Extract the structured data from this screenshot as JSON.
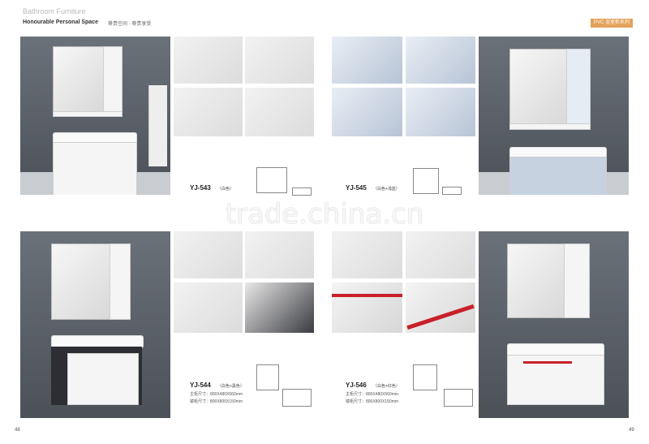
{
  "header": {
    "title": "Bathroom Furniture",
    "subtitle": "Honourable Personal Space",
    "subtitle_cn": "尊贵空间 · 尊贵享受",
    "series_tag": "PVC 浴室柜系列"
  },
  "products": [
    {
      "model": "YJ-543",
      "color": "（白色）",
      "specs": []
    },
    {
      "model": "YJ-545",
      "color": "（白色+浅蓝）",
      "specs": []
    },
    {
      "model": "YJ-544",
      "color": "（白色+黑色）",
      "specs": [
        "主柜尺寸：800X480X560mm",
        "镜柜尺寸：800X800X150mm"
      ]
    },
    {
      "model": "YJ-546",
      "color": "（白色+红色）",
      "specs": [
        "主柜尺寸：800X480X560mm",
        "镜柜尺寸：800X800X150mm"
      ]
    }
  ],
  "watermark": "trade.china.cn",
  "page_numbers": {
    "left": "48",
    "right": "49"
  }
}
